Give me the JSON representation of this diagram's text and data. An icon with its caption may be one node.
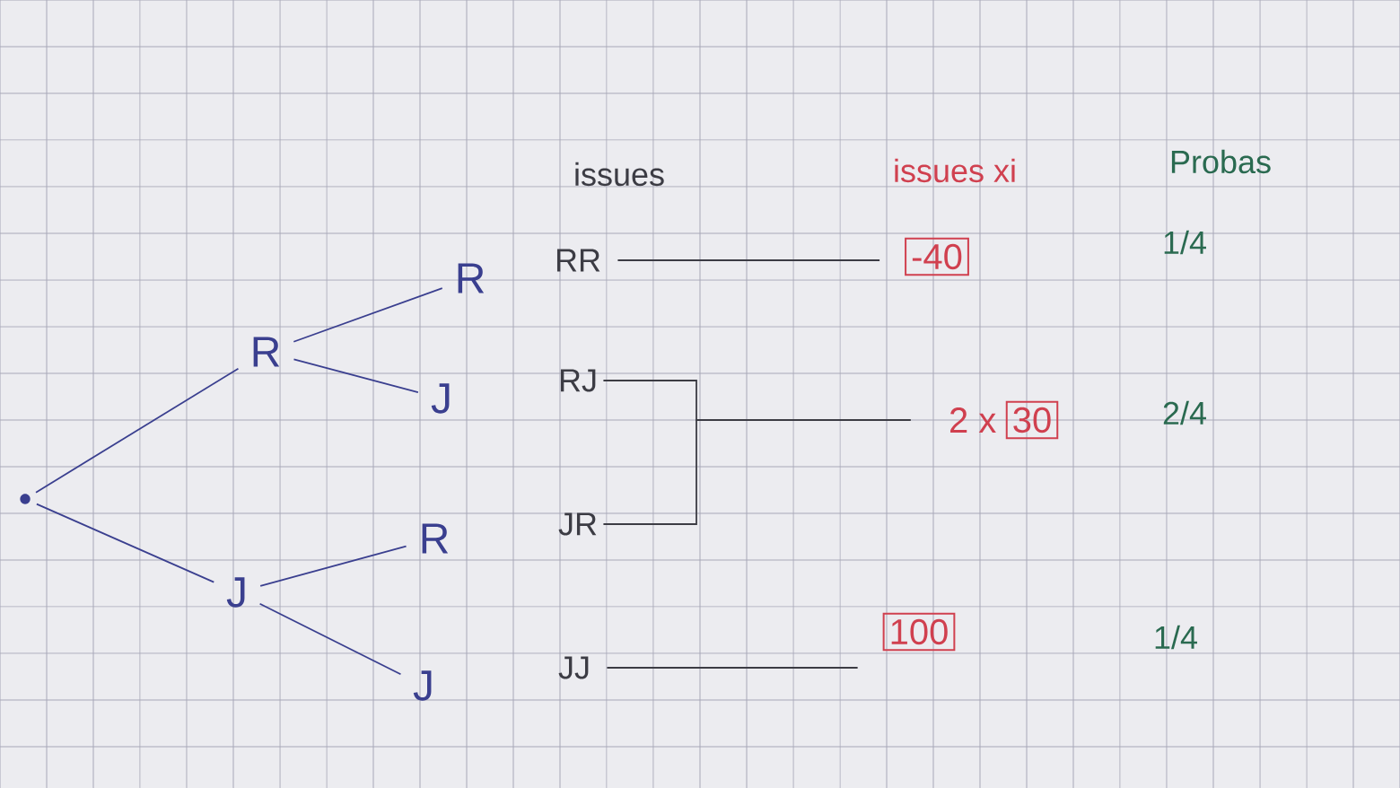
{
  "diagram": {
    "nodes": [
      {
        "text": [],
        "shape": "circle"
      },
      {
        "text": [
          "R"
        ]
      },
      {
        "text": [
          "J"
        ]
      },
      {
        "text": [
          "R"
        ]
      },
      {
        "text": [
          "J"
        ]
      },
      {
        "text": [
          "R"
        ]
      },
      {
        "text": [
          "J"
        ]
      },
      {
        "text": [
          "RR"
        ]
      },
      {
        "text": [
          "RJ"
        ]
      },
      {
        "text": [
          "JR"
        ]
      },
      {
        "text": [
          "JJ"
        ]
      },
      {
        "text": [
          "-40"
        ]
      },
      {
        "text": [
          "30"
        ],
        "beside": [
          "2 x"
        ]
      },
      {
        "text": [
          "100"
        ]
      }
    ],
    "edges": [
      {
        "from": 0,
        "to": 1,
        "arrow": "none"
      },
      {
        "from": 0,
        "to": 2,
        "arrow": "none"
      },
      {
        "from": 1,
        "to": 3,
        "arrow": "none"
      },
      {
        "from": 1,
        "to": 4,
        "arrow": "none"
      },
      {
        "from": 2,
        "to": 5,
        "arrow": "none"
      },
      {
        "from": 2,
        "to": 6,
        "arrow": "none"
      },
      {
        "from": 7,
        "to": 11,
        "arrow": "none"
      },
      {
        "from": 8,
        "to": 12,
        "arrow": "none"
      },
      {
        "from": 9,
        "to": 12,
        "arrow": "none"
      },
      {
        "from": 10,
        "to": 13,
        "arrow": "none"
      }
    ],
    "labels": [
      "issues",
      "issues xi",
      "Probas",
      "1/4",
      "2/4",
      "1/4"
    ]
  }
}
